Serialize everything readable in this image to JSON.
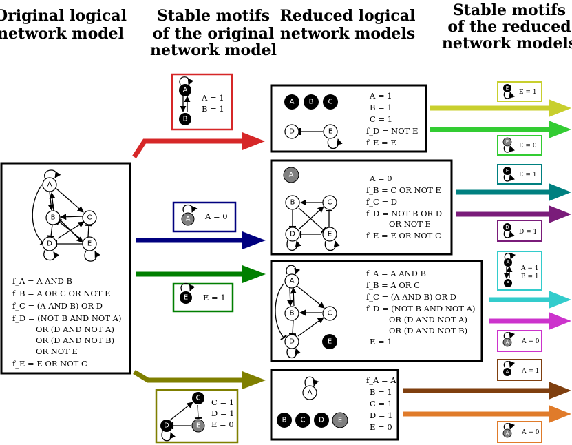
{
  "headers": {
    "col1": [
      "Original logical",
      "network model"
    ],
    "col2": [
      "Stable motifs",
      "of the original",
      "network model"
    ],
    "col3": [
      "Reduced logical",
      "network models"
    ],
    "col4": [
      "Stable motifs",
      "of the reduced",
      "network models"
    ]
  },
  "original_model": {
    "nodes": {
      "a": "A",
      "b": "B",
      "c": "C",
      "d": "D",
      "e": "E"
    },
    "rules": [
      "f_A = A AND B",
      "f_B = A OR C OR NOT E",
      "f_C = (A AND B) OR D",
      "f_D = (NOT B AND NOT A)",
      "OR (D AND NOT A)",
      "OR (D AND NOT B)",
      "OR NOT E",
      "f_E = E OR NOT C"
    ]
  },
  "motifs_original": [
    {
      "nodes": [
        "A",
        "B"
      ],
      "values": [
        "A = 1",
        "B = 1"
      ],
      "color": "#d62728"
    },
    {
      "nodes": [
        "A"
      ],
      "values": [
        "A = 0"
      ],
      "color": "#00007f"
    },
    {
      "nodes": [
        "E"
      ],
      "values": [
        "E = 1"
      ],
      "color": "#007f00"
    },
    {
      "nodes": [
        "C",
        "D",
        "E"
      ],
      "values": [
        "C = 1",
        "D = 1",
        "E = 0"
      ],
      "color": "#7f7f00"
    }
  ],
  "reduced_models": [
    {
      "fixed": [
        "A",
        "B",
        "C"
      ],
      "graph_nodes": [
        "D",
        "E"
      ],
      "rules": [
        "A = 1",
        "B = 1",
        "C = 1",
        "f_D = NOT E",
        "f_E = E"
      ]
    },
    {
      "fixed": [
        "A"
      ],
      "graph_nodes": [
        "B",
        "C",
        "D",
        "E"
      ],
      "rules": [
        "A = 0",
        "f_B = C OR NOT E",
        "f_C = D",
        "f_D = NOT B OR D",
        "OR NOT E",
        "f_E = E OR NOT C"
      ]
    },
    {
      "fixed": [
        "E"
      ],
      "graph_nodes": [
        "A",
        "B",
        "C",
        "D"
      ],
      "rules": [
        "f_A = A AND B",
        "f_B = A OR C",
        "f_C = (A AND B) OR D",
        "f_D = (NOT B AND NOT A)",
        "OR (D AND NOT A)",
        "OR (D AND NOT B)",
        "E = 1"
      ]
    },
    {
      "fixed": [
        "B",
        "C",
        "D",
        "E"
      ],
      "graph_nodes": [
        "A"
      ],
      "rules": [
        "f_A = A",
        "B = 1",
        "C = 1",
        "D = 1",
        "E = 0"
      ]
    }
  ],
  "motifs_reduced": [
    {
      "node": "E",
      "values": [
        "E = 1"
      ],
      "color": "#c8cf2e"
    },
    {
      "node": "E",
      "values": [
        "E = 0"
      ],
      "color": "#33cc33"
    },
    {
      "node": "E",
      "values": [
        "E = 1"
      ],
      "color": "#008080"
    },
    {
      "node": "D",
      "values": [
        "D = 1"
      ],
      "color": "#7a1c7a"
    },
    {
      "nodes": [
        "A",
        "B"
      ],
      "values": [
        "A = 1",
        "B = 1"
      ],
      "color": "#33cccc"
    },
    {
      "node": "A",
      "values": [
        "A = 0"
      ],
      "color": "#cc33cc"
    },
    {
      "node": "A",
      "values": [
        "A = 1"
      ],
      "color": "#7f3f0f"
    },
    {
      "node": "A",
      "values": [
        "A = 0"
      ],
      "color": "#e07b2a"
    }
  ],
  "arrow_colors": {
    "red": "#d62728",
    "navy": "#00007f",
    "green": "#007f00",
    "olive": "#7f7f00",
    "lime": "#c8cf2e",
    "bright_green": "#33cc33",
    "teal": "#008080",
    "purple": "#7a1c7a",
    "cyan": "#33cccc",
    "magenta": "#cc33cc",
    "brown": "#7f3f0f",
    "orange": "#e07b2a"
  }
}
